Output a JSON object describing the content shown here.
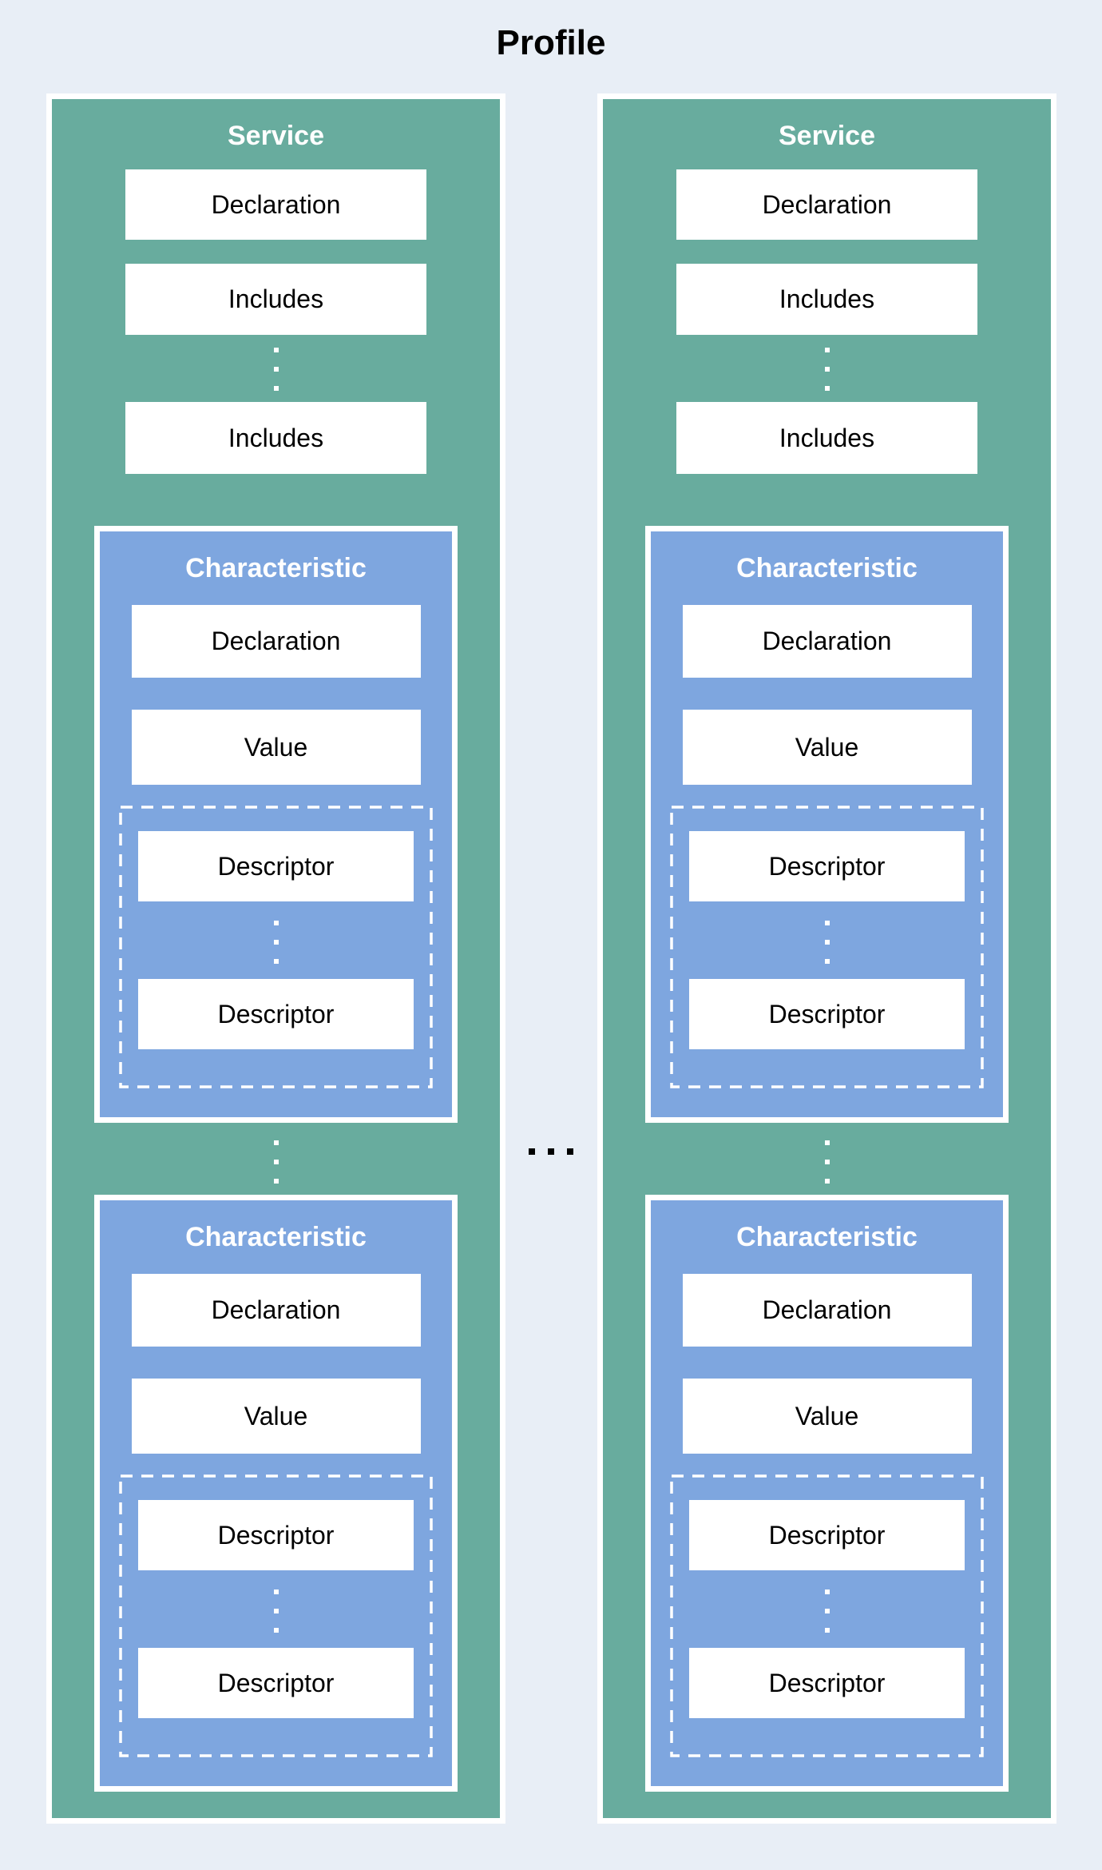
{
  "title": "Profile",
  "colors": {
    "background": "#e8eef6",
    "service_fill": "#68ac9e",
    "characteristic_fill": "#7ea6df",
    "label_box_fill": "#ffffff",
    "title_text": "#000000",
    "header_text": "#ffffff",
    "label_text": "#000000",
    "dashed_border": "#ffffff",
    "separator_dots": "#000000"
  },
  "icons": {
    "vertical_ellipsis": "three small white square dots (⋮)",
    "horizontal_ellipsis": "three small black square dots (…)"
  },
  "services": [
    {
      "header": "Service",
      "declaration": "Declaration",
      "includes_first": "Includes",
      "includes_last": "Includes",
      "characteristics": [
        {
          "header": "Characteristic",
          "declaration": "Declaration",
          "value": "Value",
          "descriptor_first": "Descriptor",
          "descriptor_last": "Descriptor"
        },
        {
          "header": "Characteristic",
          "declaration": "Declaration",
          "value": "Value",
          "descriptor_first": "Descriptor",
          "descriptor_last": "Descriptor"
        }
      ]
    },
    {
      "header": "Service",
      "declaration": "Declaration",
      "includes_first": "Includes",
      "includes_last": "Includes",
      "characteristics": [
        {
          "header": "Characteristic",
          "declaration": "Declaration",
          "value": "Value",
          "descriptor_first": "Descriptor",
          "descriptor_last": "Descriptor"
        },
        {
          "header": "Characteristic",
          "declaration": "Declaration",
          "value": "Value",
          "descriptor_first": "Descriptor",
          "descriptor_last": "Descriptor"
        }
      ]
    }
  ]
}
